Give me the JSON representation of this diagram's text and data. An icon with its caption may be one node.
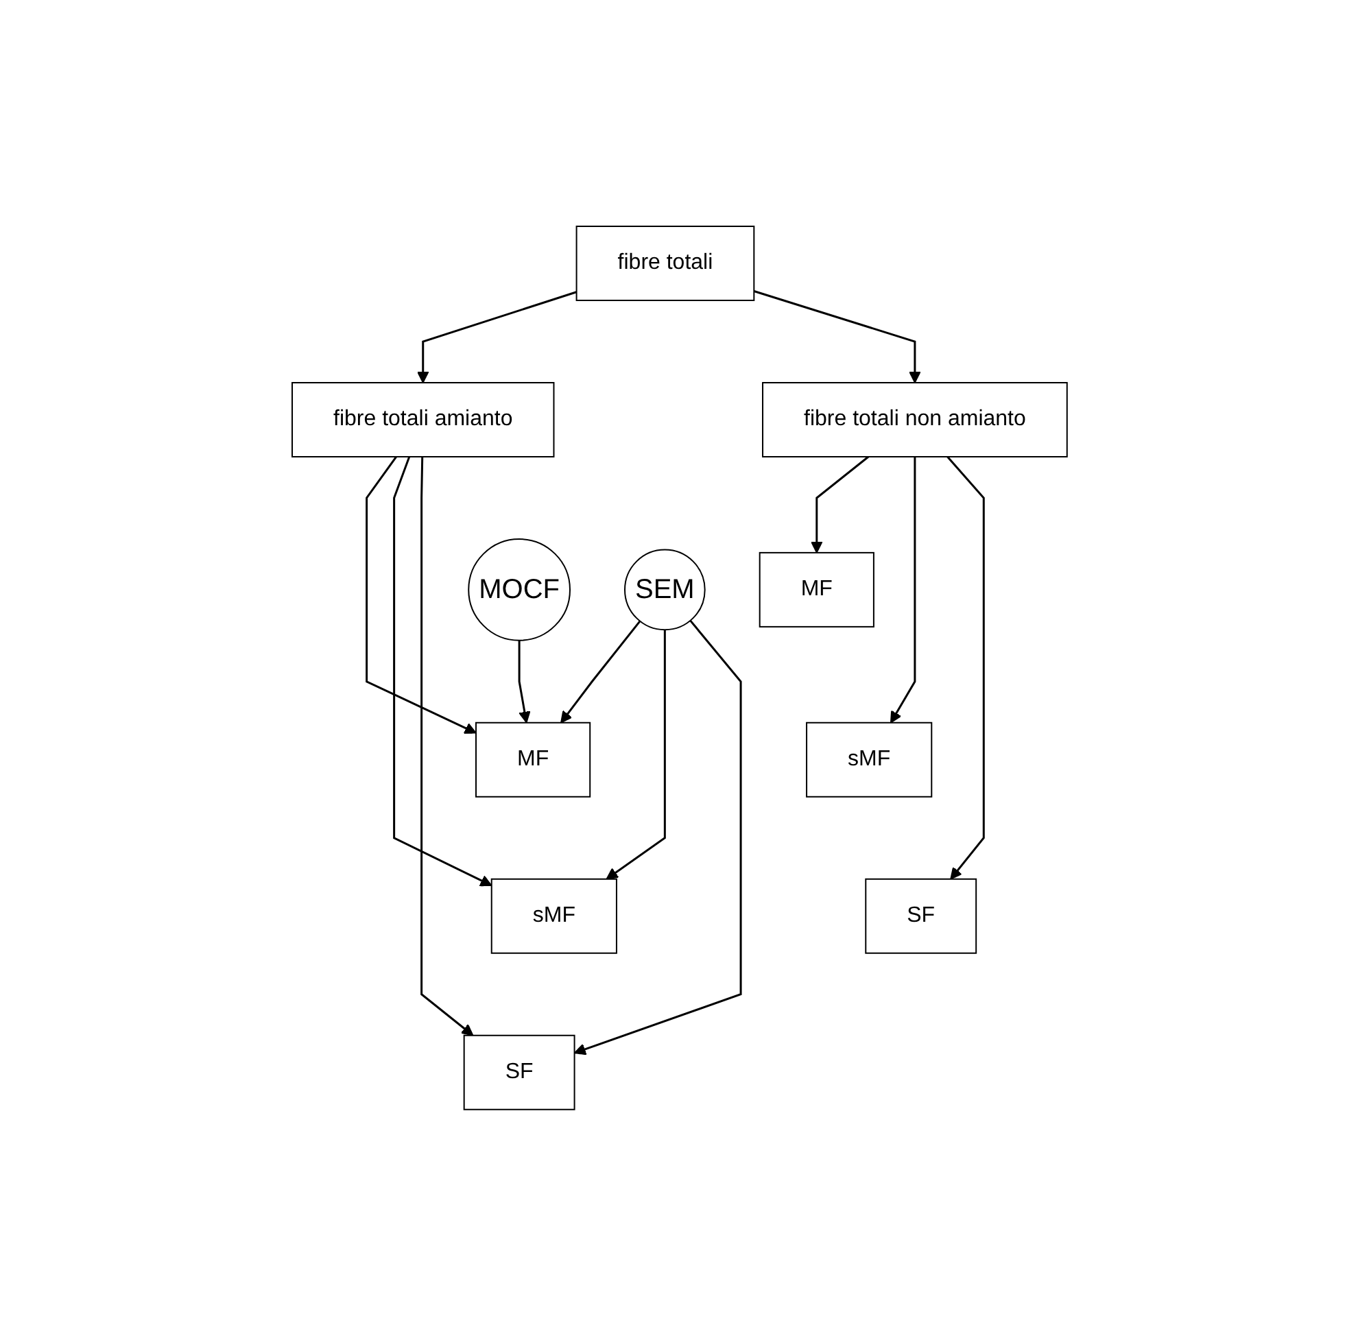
{
  "diagram": {
    "nodes": [
      {
        "text": [
          "fibre totali"
        ]
      },
      {
        "text": [
          "fibre totali amianto"
        ]
      },
      {
        "text": [
          "fibre totali non amianto"
        ]
      },
      {
        "text": [
          "MF"
        ]
      },
      {
        "text": [
          "sMF"
        ]
      },
      {
        "text": [
          "SF"
        ]
      },
      {
        "text": [
          "MOCF"
        ]
      },
      {
        "text": [
          "SEM"
        ]
      },
      {
        "text": [
          "MF"
        ]
      },
      {
        "text": [
          "sMF"
        ]
      },
      {
        "text": [
          "SF"
        ]
      }
    ],
    "edges": [
      {
        "from": 0,
        "to": 1,
        "arrow": "to"
      },
      {
        "from": 0,
        "to": 2,
        "arrow": "to"
      },
      {
        "from": 1,
        "to": 3,
        "arrow": "to"
      },
      {
        "from": 1,
        "to": 4,
        "arrow": "to"
      },
      {
        "from": 1,
        "to": 5,
        "arrow": "to"
      },
      {
        "from": 2,
        "to": 8,
        "arrow": "to"
      },
      {
        "from": 2,
        "to": 9,
        "arrow": "to"
      },
      {
        "from": 2,
        "to": 10,
        "arrow": "to"
      },
      {
        "from": 6,
        "to": 3,
        "arrow": "to"
      },
      {
        "from": 7,
        "to": 3,
        "arrow": "to"
      },
      {
        "from": 7,
        "to": 4,
        "arrow": "to"
      },
      {
        "from": 7,
        "to": 5,
        "arrow": "to"
      }
    ]
  }
}
